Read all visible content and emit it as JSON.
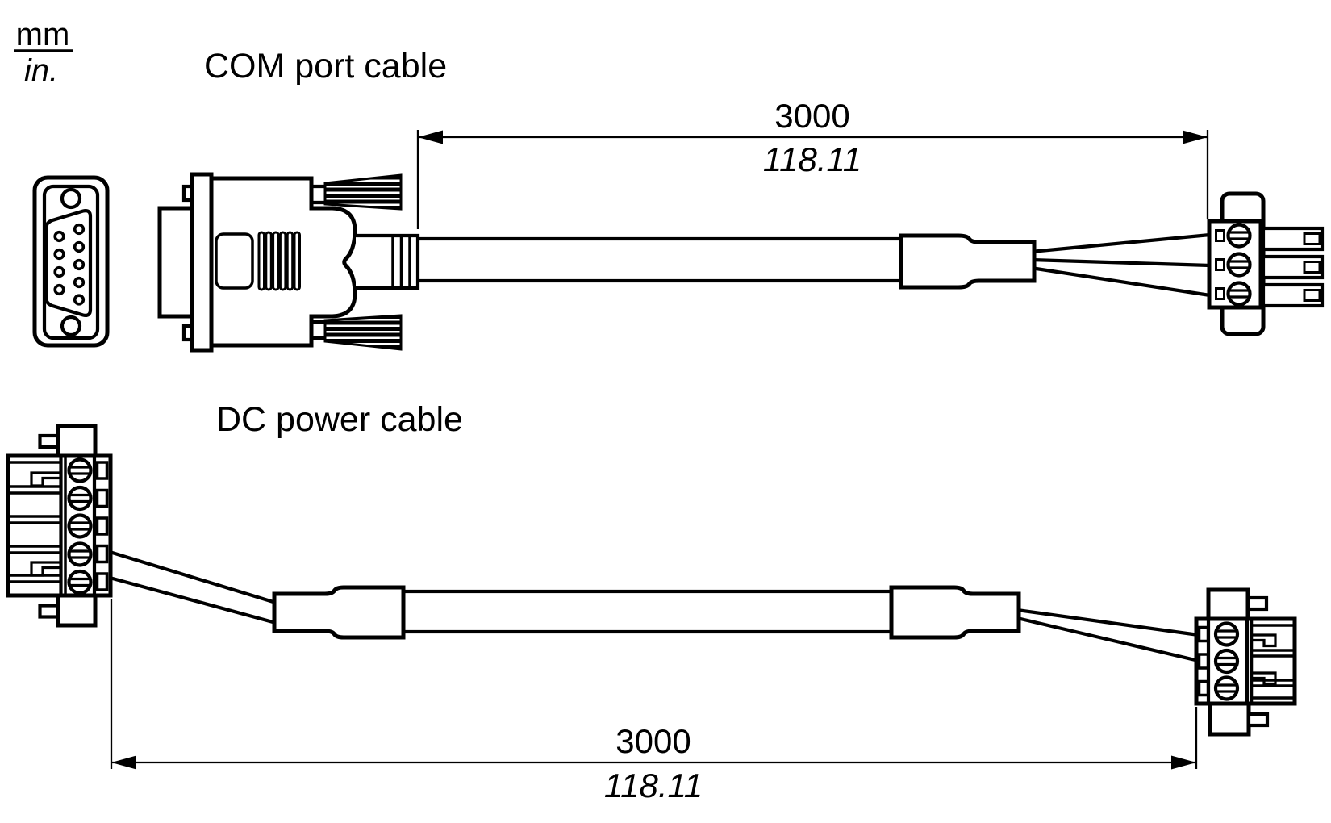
{
  "units": {
    "primary": "mm",
    "secondary": "in."
  },
  "colors": {
    "line": "#000000",
    "background": "#ffffff"
  },
  "diagrams": [
    {
      "id": "com-port-cable",
      "title": "COM port cable",
      "dimension": {
        "mm": "3000",
        "in": "118.11"
      },
      "left_connector": "db9-serial-connector",
      "right_connector": "3-pin-terminal-plug"
    },
    {
      "id": "dc-power-cable",
      "title": "DC power cable",
      "dimension": {
        "mm": "3000",
        "in": "118.11"
      },
      "left_connector": "5-pin-terminal-plug",
      "right_connector": "3-pin-terminal-plug"
    }
  ]
}
